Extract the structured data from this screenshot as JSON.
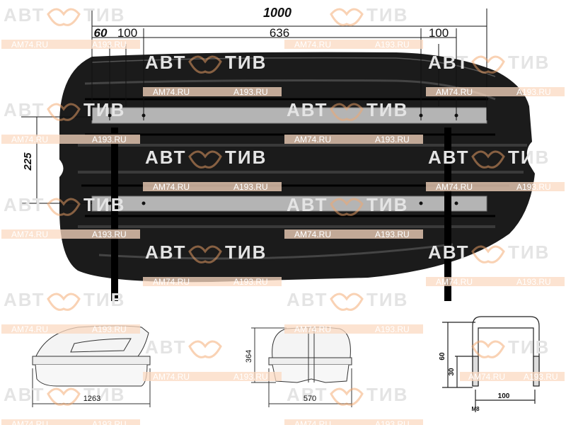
{
  "watermark": {
    "brand": "АВТОМОТИВ",
    "brand_left": "АВТ",
    "brand_right": "ТИВ",
    "urls": [
      "AM74.RU",
      "A193.RU"
    ],
    "strip_color": "#fbd9c2",
    "logo_color": "#f4a66a"
  },
  "top_view": {
    "overall_length": "1000",
    "offset_front": "60",
    "clamp_zone_front": "100",
    "between_clamps": "636",
    "clamp_zone_rear": "100",
    "rail_spacing": "225"
  },
  "side_view": {
    "length": "1263"
  },
  "front_view": {
    "height": "364",
    "width": "570"
  },
  "u_bolt": {
    "height": "60",
    "thread_length": "30",
    "width": "100",
    "thread": "M8"
  },
  "colors": {
    "box": "#1b1b1b",
    "rail": "#b4b4b4",
    "line": "#111111"
  }
}
